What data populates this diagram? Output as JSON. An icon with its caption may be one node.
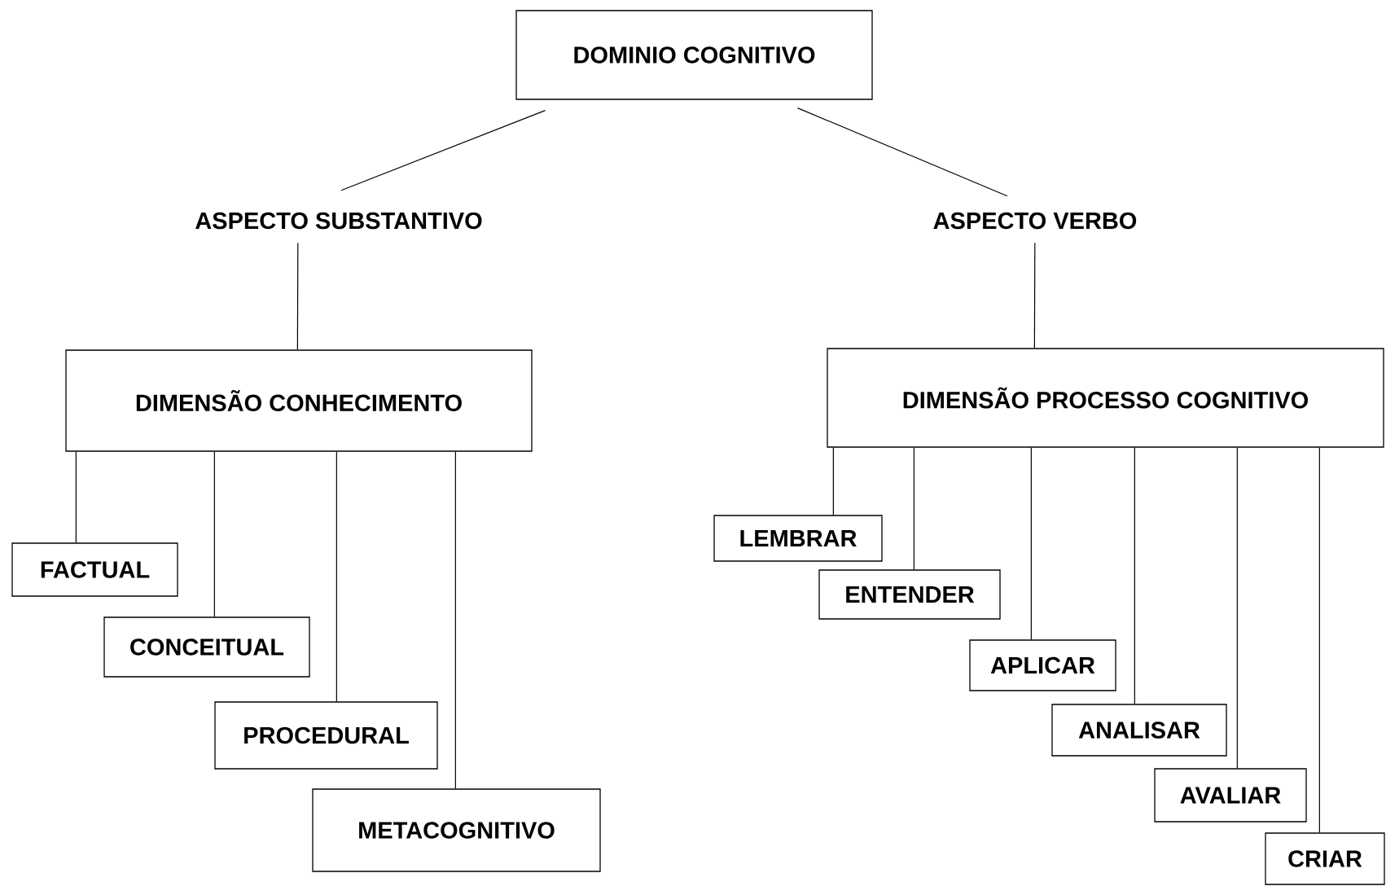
{
  "diagram": {
    "nodes": [
      {
        "text": [
          "DOMINIO COGNITIVO"
        ]
      },
      {
        "text": [
          "ASPECTO SUBSTANTIVO"
        ]
      },
      {
        "text": [
          "ASPECTO VERBO"
        ]
      },
      {
        "text": [
          "DIMENSÃO CONHECIMENTO"
        ]
      },
      {
        "text": [
          "DIMENSÃO PROCESSO COGNITIVO"
        ]
      },
      {
        "text": [
          "FACTUAL"
        ]
      },
      {
        "text": [
          "CONCEITUAL"
        ]
      },
      {
        "text": [
          "PROCEDURAL"
        ]
      },
      {
        "text": [
          "METACOGNITIVO"
        ]
      },
      {
        "text": [
          "LEMBRAR"
        ]
      },
      {
        "text": [
          "ENTENDER"
        ]
      },
      {
        "text": [
          "APLICAR"
        ]
      },
      {
        "text": [
          "ANALISAR"
        ]
      },
      {
        "text": [
          "AVALIAR"
        ]
      },
      {
        "text": [
          "CRIAR"
        ]
      }
    ],
    "edges": [
      {
        "from": 0,
        "to": 1,
        "arrow": "none"
      },
      {
        "from": 0,
        "to": 2,
        "arrow": "none"
      },
      {
        "from": 1,
        "to": 3,
        "arrow": "none"
      },
      {
        "from": 2,
        "to": 4,
        "arrow": "none"
      },
      {
        "from": 3,
        "to": 5,
        "arrow": "none"
      },
      {
        "from": 3,
        "to": 6,
        "arrow": "none"
      },
      {
        "from": 3,
        "to": 7,
        "arrow": "none"
      },
      {
        "from": 3,
        "to": 8,
        "arrow": "none"
      },
      {
        "from": 4,
        "to": 9,
        "arrow": "none"
      },
      {
        "from": 4,
        "to": 10,
        "arrow": "none"
      },
      {
        "from": 4,
        "to": 11,
        "arrow": "none"
      },
      {
        "from": 4,
        "to": 12,
        "arrow": "none"
      },
      {
        "from": 4,
        "to": 13,
        "arrow": "none"
      },
      {
        "from": 4,
        "to": 14,
        "arrow": "none"
      }
    ]
  }
}
